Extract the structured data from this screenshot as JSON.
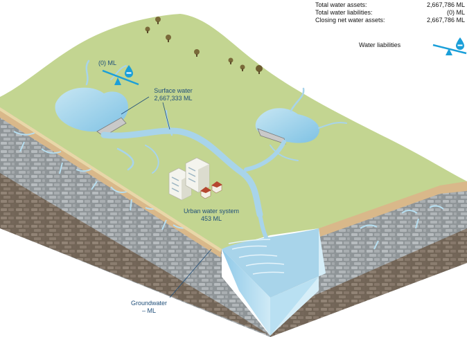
{
  "summary": {
    "rows": [
      {
        "label": "Total water assets:",
        "value": "2,667,786 ML"
      },
      {
        "label": "Total water liabilities:",
        "value": "(0) ML"
      },
      {
        "label": "Closing net water assets:",
        "value": "2,667,786 ML"
      }
    ]
  },
  "legend": {
    "label": "Water liabilities",
    "icon": "seesaw-drop-minus-icon"
  },
  "labels": {
    "liability_value": "(0) ML",
    "surface_water": {
      "title": "Surface water",
      "value": "2,667,333 ML"
    },
    "urban_water": {
      "title": "Urban water system",
      "value": "453 ML"
    },
    "groundwater": {
      "title": "Groundwater",
      "value": "– ML"
    }
  },
  "colors": {
    "grass": "#c3d591",
    "water": "#a8d4ea",
    "water_dark": "#5aa9d6",
    "soil_top": "#d9b88a",
    "rock": "#9aa0a3",
    "rock_dark": "#6e5d4e",
    "accent": "#1a9fd9",
    "label": "#1f4e79"
  }
}
